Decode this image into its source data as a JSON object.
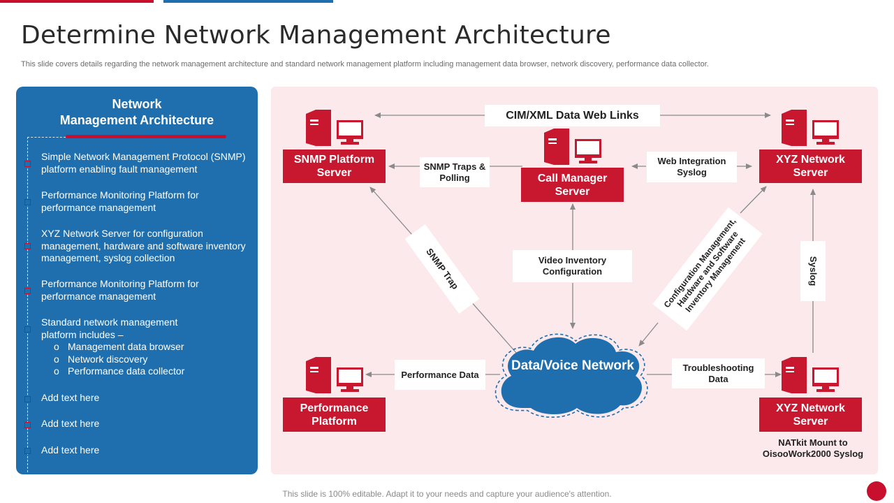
{
  "header": {
    "title": "Determine Network Management Architecture",
    "subtitle": "This slide covers details regarding the network management architecture and standard network management platform including management data browser, network discovery, performance data collector."
  },
  "panel": {
    "title_line1": "Network",
    "title_line2": "Management Architecture",
    "items": [
      "Simple Network Management Protocol (SNMP) platform enabling fault management",
      "Performance Monitoring Platform for performance management",
      "XYZ  Network Server for configuration management, hardware and software inventory management, syslog collection",
      "Performance Monitoring Platform for performance management",
      "Standard network management platform includes –",
      "Add text here",
      "Add text here",
      "Add text here"
    ],
    "subitems": [
      "Management data browser",
      "Network discovery",
      "Performance data collector"
    ]
  },
  "diagram": {
    "nodes": {
      "snmp_server": "SNMP Platform Server",
      "call_manager": "Call Manager Server",
      "xyz_top": "XYZ Network Server",
      "performance_platform": "Performance Platform",
      "xyz_bottom": "XYZ Network Server"
    },
    "cloud": "Data/Voice Network",
    "labels": {
      "cim": "CIM/XML Data Web Links",
      "snmp_traps": "SNMP Traps & Polling",
      "web_integration": "Web Integration Syslog",
      "snmp_trap": "SNMP Trap",
      "video_inventory": "Video Inventory Configuration",
      "config_mgmt": "Configuration Management, Hardware and Software Inventory Management",
      "syslog": "Syslog",
      "performance_data": "Performance Data",
      "troubleshooting": "Troubleshooting Data",
      "natkit": "NATkit Mount to OisooWork2000  Syslog"
    }
  },
  "footer": "This slide is 100% editable. Adapt it to your needs and capture your audience's attention.",
  "colors": {
    "accent_red": "#c8182f",
    "panel_blue": "#1f6fae",
    "diagram_bg": "#fbe9ec"
  }
}
